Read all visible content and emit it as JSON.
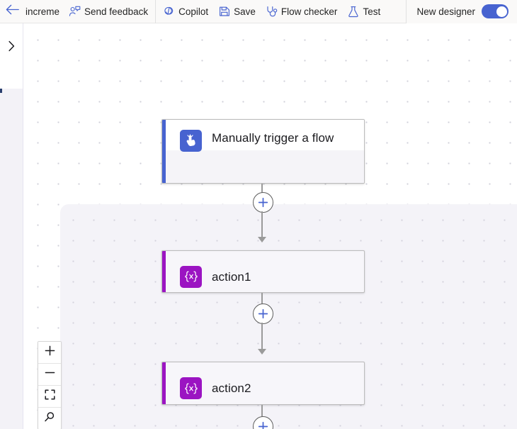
{
  "toolbar": {
    "back_icon": "arrow-left-icon",
    "flow_name": "increme",
    "items": [
      {
        "id": "send-feedback",
        "label": "Send feedback",
        "icon": "person-feedback-icon"
      },
      {
        "id": "copilot",
        "label": "Copilot",
        "icon": "copilot-icon"
      },
      {
        "id": "save",
        "label": "Save",
        "icon": "save-disk-icon"
      },
      {
        "id": "flow-checker",
        "label": "Flow checker",
        "icon": "stethoscope-icon"
      },
      {
        "id": "test",
        "label": "Test",
        "icon": "flask-icon"
      }
    ],
    "new_designer": {
      "label": "New designer",
      "toggle_state": "on",
      "toggle_color": "#4763d0"
    }
  },
  "left_rail": {
    "expand_icon": "chevron-right-icon",
    "expand_label": "Expand panel"
  },
  "canvas": {
    "nodes": [
      {
        "id": "manually-trigger-a-flow",
        "title": "Manually trigger a flow",
        "type": "trigger",
        "icon": "tap-hand-icon",
        "accent_color": "#4763d0",
        "icon_bg": "#4763d0"
      },
      {
        "id": "action1",
        "title": "action1",
        "type": "action",
        "icon": "expression-braces-icon",
        "accent_color": "#9b14c2",
        "icon_bg": "#9b14c2"
      },
      {
        "id": "action2",
        "title": "action2",
        "type": "action",
        "icon": "expression-braces-icon",
        "accent_color": "#9b14c2",
        "icon_bg": "#9b14c2"
      }
    ],
    "insert_buttons": [
      {
        "id": "insert-after-trigger",
        "icon": "plus-icon",
        "label": "Insert a new step"
      },
      {
        "id": "insert-after-action1",
        "icon": "plus-icon",
        "label": "Insert a new step"
      },
      {
        "id": "insert-after-action2",
        "icon": "plus-icon",
        "label": "Insert a new step"
      }
    ],
    "plus_color": "#4763d0",
    "connector_color": "#9a9a9a"
  },
  "zoom_controls": [
    {
      "id": "zoom-in",
      "icon": "plus-icon",
      "label": "Zoom in"
    },
    {
      "id": "zoom-out",
      "icon": "minus-icon",
      "label": "Zoom out"
    },
    {
      "id": "fit-to-screen",
      "icon": "fit-screen-icon",
      "label": "Fit to screen"
    },
    {
      "id": "search-canvas",
      "icon": "magnifier-icon",
      "label": "Search"
    }
  ]
}
